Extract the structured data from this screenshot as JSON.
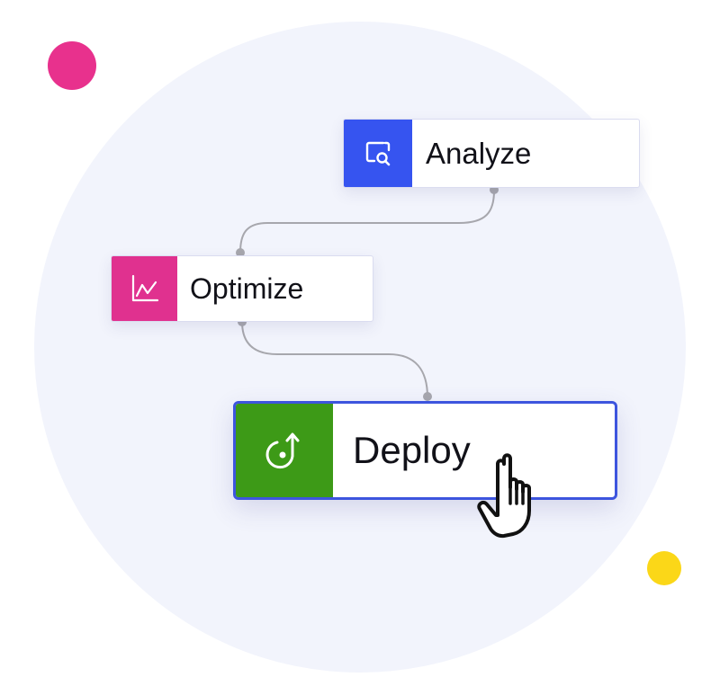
{
  "colors": {
    "background_circle": "#f2f4fc",
    "dot_pink": "#e8318d",
    "dot_yellow": "#fbd718",
    "connector": "#a7a7ad",
    "analyze_accent": "#3654f0",
    "optimize_accent": "#e0318f",
    "deploy_accent": "#3d9a17",
    "selection_border": "#3d55de"
  },
  "nodes": {
    "analyze": {
      "label": "Analyze",
      "icon": "window-search-icon"
    },
    "optimize": {
      "label": "Optimize",
      "icon": "line-chart-icon"
    },
    "deploy": {
      "label": "Deploy",
      "icon": "deploy-arrow-icon",
      "selected": true
    }
  },
  "edges": [
    {
      "from": "analyze",
      "to": "optimize"
    },
    {
      "from": "optimize",
      "to": "deploy"
    }
  ],
  "cursor": {
    "icon": "hand-pointer-icon"
  }
}
